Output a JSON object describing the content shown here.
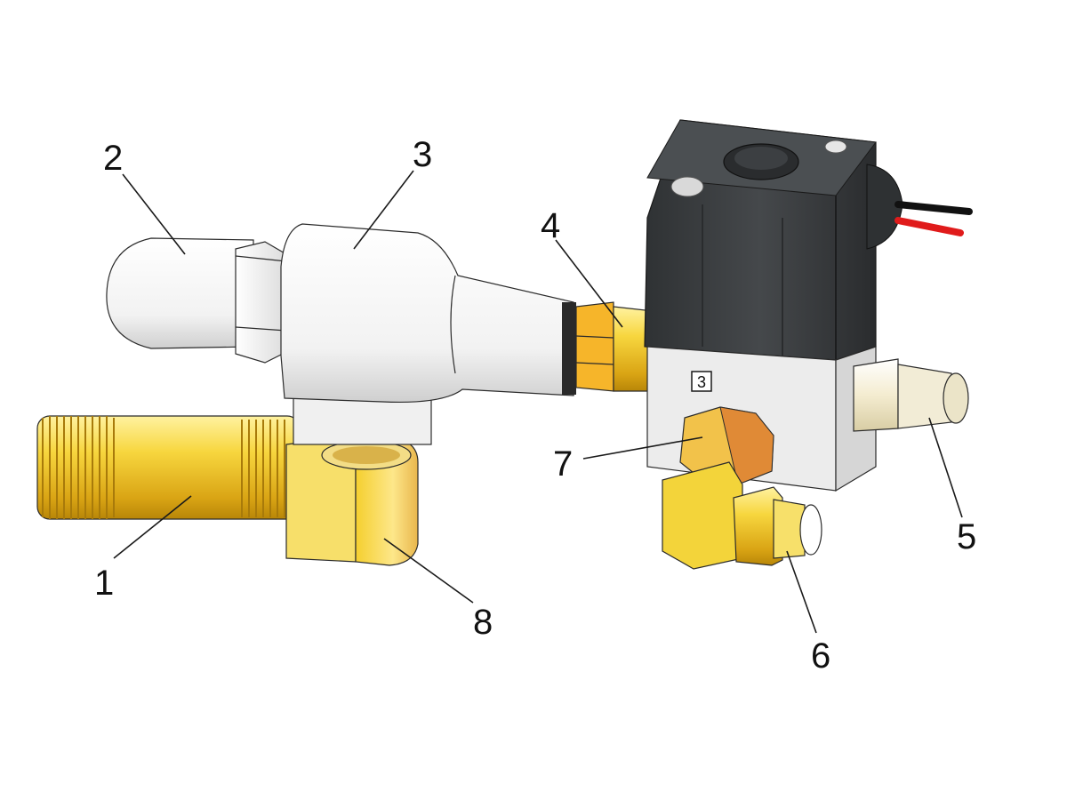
{
  "callouts": {
    "c1": "1",
    "c2": "2",
    "c3": "3",
    "c4": "4",
    "c5": "5",
    "c6": "6",
    "c7": "7",
    "c8": "8"
  },
  "valve_port_marking": "3",
  "colors": {
    "brass": "#f2cf3a",
    "brass_dark": "#c99a10",
    "brass_light": "#ffe98a",
    "white_part": "#f4f4f4",
    "coil": "#3a3d40",
    "wire_red": "#e01b1b",
    "wire_black": "#111111"
  }
}
